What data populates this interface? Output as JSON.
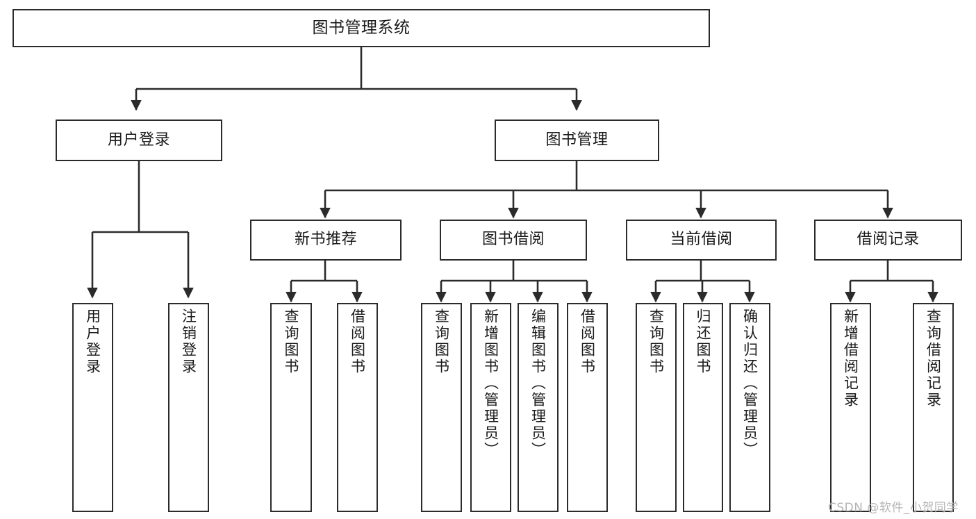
{
  "diagram": {
    "type": "hierarchy-tree",
    "title": "图书管理系统",
    "root": {
      "id": "root",
      "label": "图书管理系统"
    },
    "level2": [
      {
        "id": "user-login",
        "label": "用户登录"
      },
      {
        "id": "book-manage",
        "label": "图书管理"
      }
    ],
    "level3": [
      {
        "id": "new-book-recommend",
        "label": "新书推荐",
        "parent": "book-manage"
      },
      {
        "id": "book-borrow",
        "label": "图书借阅",
        "parent": "book-manage"
      },
      {
        "id": "current-borrow",
        "label": "当前借阅",
        "parent": "book-manage"
      },
      {
        "id": "borrow-record",
        "label": "借阅记录",
        "parent": "book-manage"
      }
    ],
    "leaves": [
      {
        "id": "leaf-user-login",
        "label": "用户登录",
        "parent": "user-login"
      },
      {
        "id": "leaf-user-logout",
        "label": "注销登录",
        "parent": "user-login"
      },
      {
        "id": "leaf-query-book-1",
        "label": "查询图书",
        "parent": "new-book-recommend"
      },
      {
        "id": "leaf-borrow-book-1",
        "label": "借阅图书",
        "parent": "new-book-recommend"
      },
      {
        "id": "leaf-query-book-2",
        "label": "查询图书",
        "parent": "book-borrow"
      },
      {
        "id": "leaf-add-book",
        "label": "新增图书（管理员）",
        "parent": "book-borrow"
      },
      {
        "id": "leaf-edit-book",
        "label": "编辑图书（管理员）",
        "parent": "book-borrow"
      },
      {
        "id": "leaf-borrow-book-2",
        "label": "借阅图书",
        "parent": "book-borrow"
      },
      {
        "id": "leaf-query-book-3",
        "label": "查询图书",
        "parent": "current-borrow"
      },
      {
        "id": "leaf-return-book",
        "label": "归还图书",
        "parent": "current-borrow"
      },
      {
        "id": "leaf-confirm-return",
        "label": "确认归还（管理员）",
        "parent": "current-borrow"
      },
      {
        "id": "leaf-add-record",
        "label": "新增借阅记录",
        "parent": "borrow-record"
      },
      {
        "id": "leaf-query-record",
        "label": "查询借阅记录",
        "parent": "borrow-record"
      }
    ]
  },
  "watermark": {
    "text": "CSDN @软件_小贺同学"
  },
  "colors": {
    "stroke": "#2b2b2b",
    "background": "#ffffff",
    "text": "#1a1a1a",
    "watermark": "#b4b4b4"
  }
}
